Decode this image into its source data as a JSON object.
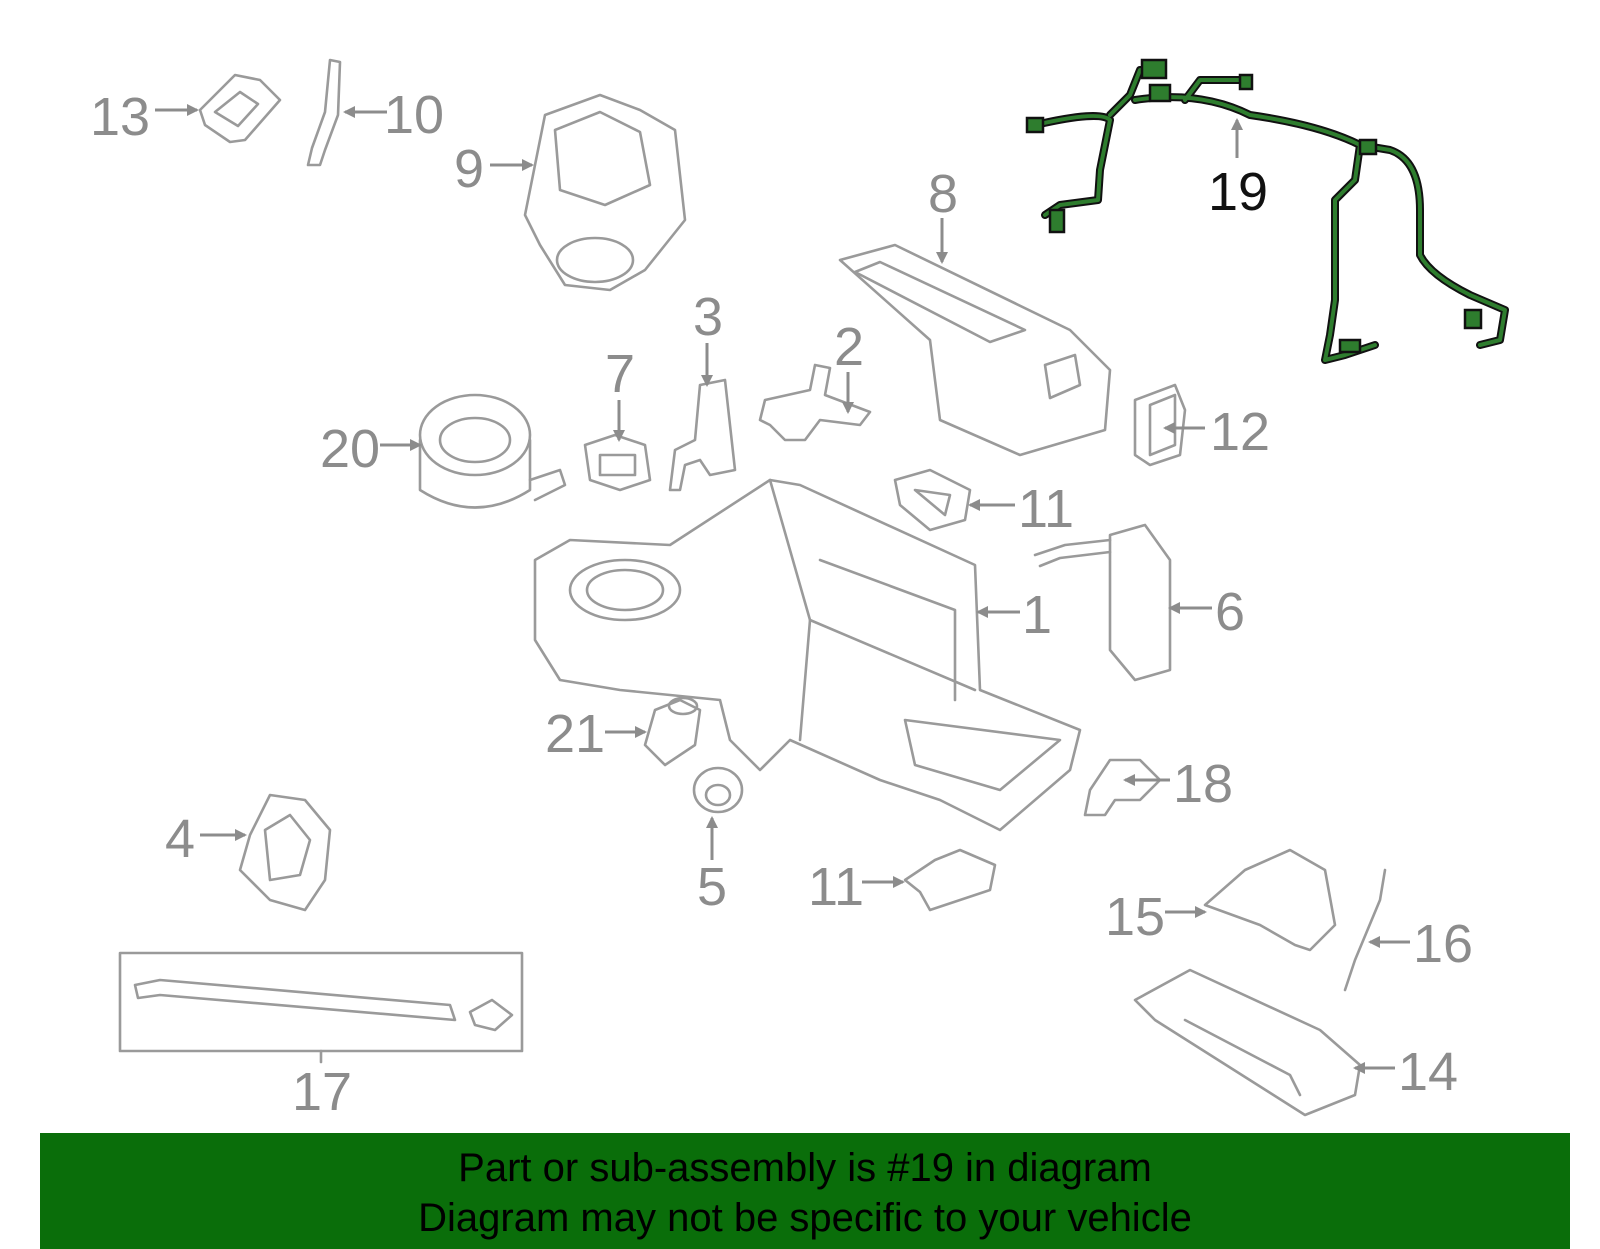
{
  "diagram": {
    "highlight_color": "#2e7d2e",
    "part_color": "#9a9a9a",
    "labels": {
      "p1": "1",
      "p2": "2",
      "p3": "3",
      "p4": "4",
      "p5": "5",
      "p6": "6",
      "p7": "7",
      "p8": "8",
      "p9": "9",
      "p10": "10",
      "p11a": "11",
      "p11b": "11",
      "p12": "12",
      "p13": "13",
      "p14": "14",
      "p15": "15",
      "p16": "16",
      "p17": "17",
      "p18": "18",
      "p19": "19",
      "p20": "20",
      "p21": "21"
    }
  },
  "banner": {
    "background_color": "#0a6e0a",
    "line1": "Part or sub-assembly is #19 in diagram",
    "line2": "Diagram may not be specific to your vehicle"
  }
}
